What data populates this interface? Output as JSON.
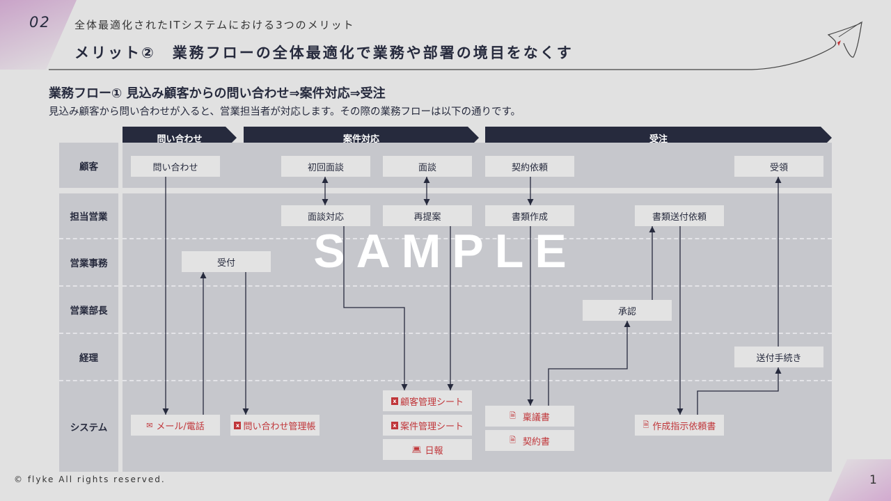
{
  "header": {
    "section_number": "02",
    "subtitle": "全体最適化されたITシステムにおける3つのメリット",
    "title": "メリット②　業務フローの全体最適化で業務や部署の境目をなくす"
  },
  "flow": {
    "heading": "業務フロー① 見込み顧客からの問い合わせ⇒案件対応⇒受注",
    "description": "見込み顧客から問い合わせが入ると、営業担当者が対応します。その際の業務フローは以下の通りです。"
  },
  "phases": [
    "問い合わせ",
    "案件対応",
    "受注"
  ],
  "lanes": [
    "顧客",
    "担当営業",
    "営業事務",
    "営業部長",
    "経理",
    "システム"
  ],
  "boxes": {
    "inquiry": "問い合わせ",
    "first_meeting": "初回面談",
    "meeting": "面談",
    "contract_request": "契約依頼",
    "receipt": "受領",
    "meeting_response": "面談対応",
    "re_proposal": "再提案",
    "document_creation": "書類作成",
    "document_send_request": "書類送付依頼",
    "reception": "受付",
    "approval": "承認",
    "shipping_procedure": "送付手続き"
  },
  "systems": {
    "mail_phone": {
      "label": "メール/電話",
      "icon": "mail-icon"
    },
    "inquiry_ledger": {
      "label": "問い合わせ管理帳",
      "icon": "excel-icon"
    },
    "customer_sheet": {
      "label": "顧客管理シート",
      "icon": "excel-icon"
    },
    "project_sheet": {
      "label": "案件管理シート",
      "icon": "excel-icon"
    },
    "daily_report": {
      "label": "日報",
      "icon": "laptop-icon"
    },
    "ringi": {
      "label": "稟議書",
      "icon": "document-icon"
    },
    "contract": {
      "label": "契約書",
      "icon": "document-icon"
    },
    "instruction_request": {
      "label": "作成指示依頼書",
      "icon": "document-icon"
    }
  },
  "watermark": "SAMPLE",
  "footer": {
    "copyright": "© flyke All rights reserved.",
    "page_number": "1"
  },
  "colors": {
    "dark": "#262a3d",
    "accent": "#c0363a",
    "lane": "#c6c7cc"
  }
}
